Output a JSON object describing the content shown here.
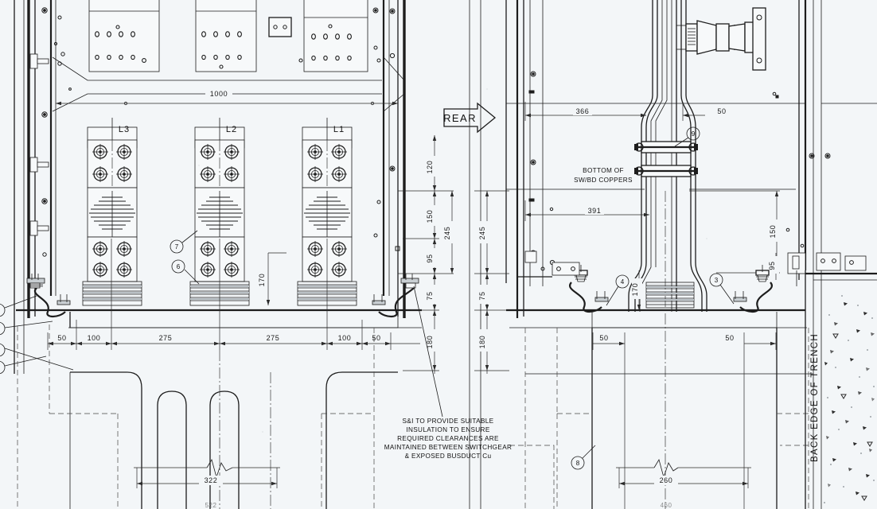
{
  "drawing": {
    "type": "engineering-elevation-drawing",
    "title_visible": false,
    "background_color": "#f3f6f8",
    "ink_color": "#1d1d1d"
  },
  "view_markers": {
    "rear_arrow_label": "REAR"
  },
  "phase_labels": [
    {
      "id": "L3",
      "text": "L3"
    },
    {
      "id": "L2",
      "text": "L2"
    },
    {
      "id": "L1",
      "text": "L1"
    }
  ],
  "notes": {
    "bottom_of_coppers": [
      "BOTTOM OF",
      "SW/BD COPPERS"
    ],
    "insulation_note": [
      "S&I TO PROVIDE SUITABLE",
      "INSULATION TO ENSURE",
      "REQUIRED CLEARANCES ARE",
      "MAINTAINED BETWEEN SWITCHGEAR",
      "& EXPOSED BUSDUCT Cu"
    ],
    "trench_label": "BACK EDGE OF TRENCH"
  },
  "dimensions": {
    "top_overall": "1000",
    "horizontal_chain_left": [
      "50",
      "100",
      "275",
      "275",
      "100",
      "50"
    ],
    "vertical_chain_left": [
      "120",
      "150",
      "245",
      "95",
      "75",
      "180"
    ],
    "bottom_left_span": "322",
    "right_upper": [
      "366",
      "50"
    ],
    "right_mid": [
      "391",
      "150"
    ],
    "right_vertical": [
      "245",
      "75",
      "180",
      "170",
      "95"
    ],
    "right_lower_chain": [
      "50",
      "50"
    ],
    "bottom_right_span": "260",
    "left_mid_vertical": "170"
  },
  "balloons": [
    {
      "number": "7"
    },
    {
      "number": "6"
    },
    {
      "number": "9"
    },
    {
      "number": "4"
    },
    {
      "number": "3"
    },
    {
      "number": "8"
    }
  ],
  "components": {
    "switchboard_cubicles": 3,
    "bushing_assembly": "insulator-bushing",
    "busbar_laminations": "laminated-copper-stack",
    "concrete_hatch": "trench-concrete-section"
  }
}
